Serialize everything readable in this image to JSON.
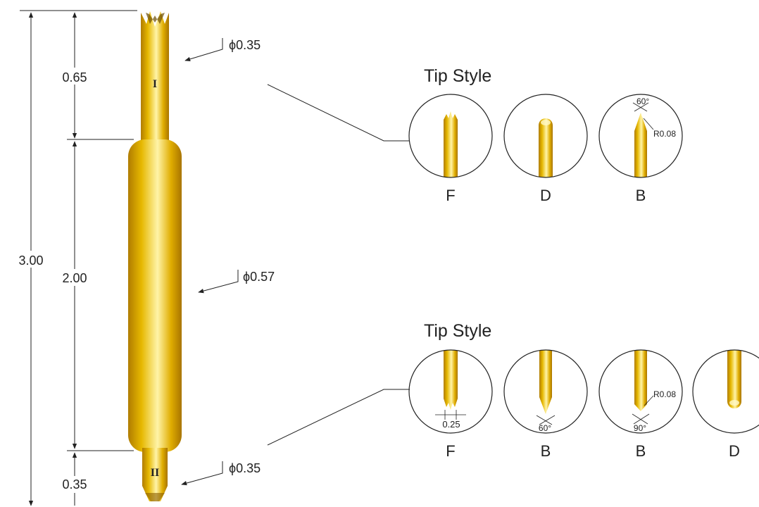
{
  "dimensions": {
    "total_length": "3.00",
    "top_section": "0.65",
    "middle_section": "2.00",
    "bottom_section": "0.35"
  },
  "diameters": {
    "top_tip": "ϕ0.35",
    "barrel": "ϕ0.57",
    "bottom_tip": "ϕ0.35"
  },
  "end_markers": {
    "top": "I",
    "bottom": "II"
  },
  "tip_style_sets": [
    {
      "title": "Tip Style",
      "tips": [
        {
          "label": "F",
          "shape": "crown",
          "annotations": []
        },
        {
          "label": "D",
          "shape": "rounded",
          "annotations": []
        },
        {
          "label": "B",
          "shape": "point",
          "annotations": [
            "60°",
            "R0.08"
          ]
        }
      ]
    },
    {
      "title": "Tip Style",
      "tips": [
        {
          "label": "F",
          "shape": "crown-down",
          "annotations": [
            "0.25"
          ]
        },
        {
          "label": "B",
          "shape": "point-down",
          "annotations": [
            "60°"
          ]
        },
        {
          "label": "B",
          "shape": "point-down-wide",
          "annotations": [
            "R0.08",
            "90°"
          ]
        },
        {
          "label": "D",
          "shape": "rounded-down",
          "annotations": []
        }
      ]
    }
  ],
  "colors": {
    "gold_dark": "#b8860b",
    "gold_mid": "#e0b100",
    "gold_light": "#fff2a0",
    "line": "#333333"
  }
}
